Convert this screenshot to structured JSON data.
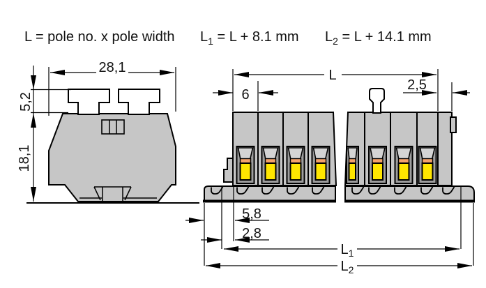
{
  "header": {
    "formula_L": {
      "pre": "L = pole no. x pole width",
      "sub": "",
      "post": ""
    },
    "formula_L1": {
      "pre": "L",
      "sub": "1",
      "post": " = L + 8.1 mm"
    },
    "formula_L2": {
      "pre": "L",
      "sub": "2",
      "post": " = L + 14.1 mm"
    }
  },
  "front_view": {
    "width": "28,1",
    "tab_height": "5,2",
    "body_height": "18,1"
  },
  "side_view": {
    "total_length": "L",
    "pole_width": "6",
    "end_plate_width": "2,5",
    "foot_offset_outer": "5,8",
    "foot_offset_inner": "2,8",
    "l1": {
      "main": "L",
      "sub": "1"
    },
    "l2": {
      "main": "L",
      "sub": "2"
    }
  },
  "colors": {
    "body_gray": "#c6c6c6",
    "recess_gray": "#9e9e9e",
    "funnel_gray": "#d4d4d4",
    "button_yellow": "#ffe600",
    "spring_orange": "#f3a26c",
    "tab_white": "#ffffff",
    "line_black": "#000000"
  }
}
